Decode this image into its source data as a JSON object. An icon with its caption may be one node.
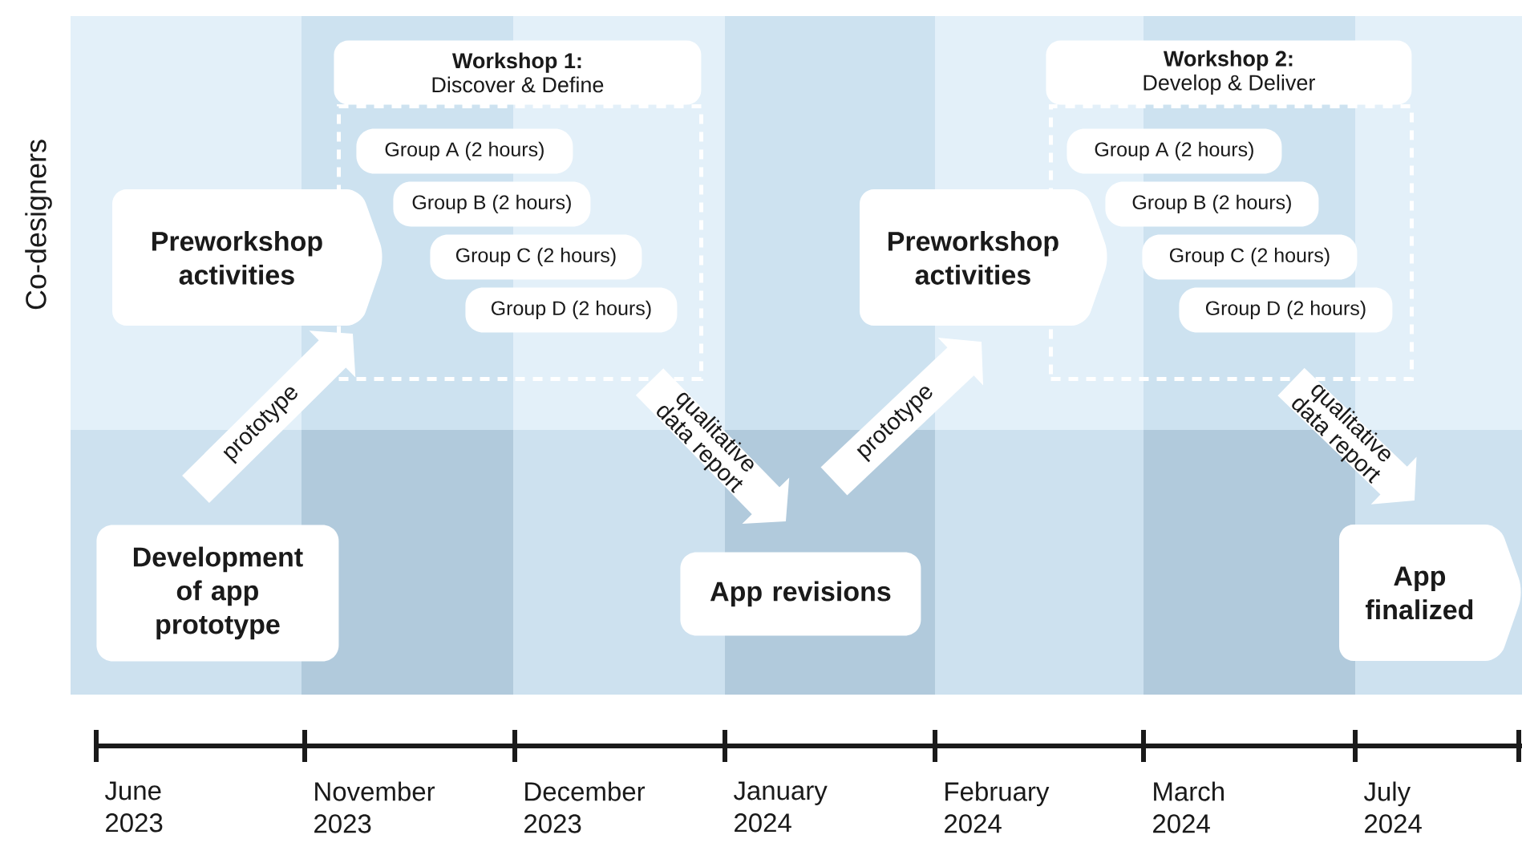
{
  "diagram": {
    "nodes": [
      {
        "text": [
          "Preworkshop activities"
        ]
      },
      {
        "text": [
          "Workshop 1:",
          "Discover & Define"
        ]
      },
      {
        "text": [
          "Group A (2 hours)"
        ],
        "in": 1
      },
      {
        "text": [
          "Group B (2 hours)"
        ],
        "in": 1
      },
      {
        "text": [
          "Group C (2 hours)"
        ],
        "in": 1
      },
      {
        "text": [
          "Group D (2 hours)"
        ],
        "in": 1
      },
      {
        "text": [
          "Preworkshop activities"
        ]
      },
      {
        "text": [
          "Workshop 2:",
          "Develop & Deliver"
        ]
      },
      {
        "text": [
          "Group A (2 hours)"
        ],
        "in": 7
      },
      {
        "text": [
          "Group B (2 hours)"
        ],
        "in": 7
      },
      {
        "text": [
          "Group C (2 hours)"
        ],
        "in": 7
      },
      {
        "text": [
          "Group D (2 hours)"
        ],
        "in": 7
      },
      {
        "text": [
          "Development of app prototype"
        ]
      },
      {
        "text": [
          "App revisions"
        ]
      },
      {
        "text": [
          "App finalized"
        ]
      }
    ],
    "edges": [
      {
        "from": 12,
        "to": 0,
        "arrow": "to",
        "label": "prototype"
      },
      {
        "from": 1,
        "to": 13,
        "arrow": "to",
        "label": "qualitative data report"
      },
      {
        "from": 13,
        "to": 6,
        "arrow": "to",
        "label": "prototype"
      },
      {
        "from": 7,
        "to": 14,
        "arrow": "to",
        "label": "qualitative data report"
      }
    ],
    "labels": [
      "Co-designers",
      "June 2023",
      "November 2023",
      "December 2023",
      "January 2024",
      "February 2024",
      "March 2024",
      "July 2024"
    ]
  }
}
